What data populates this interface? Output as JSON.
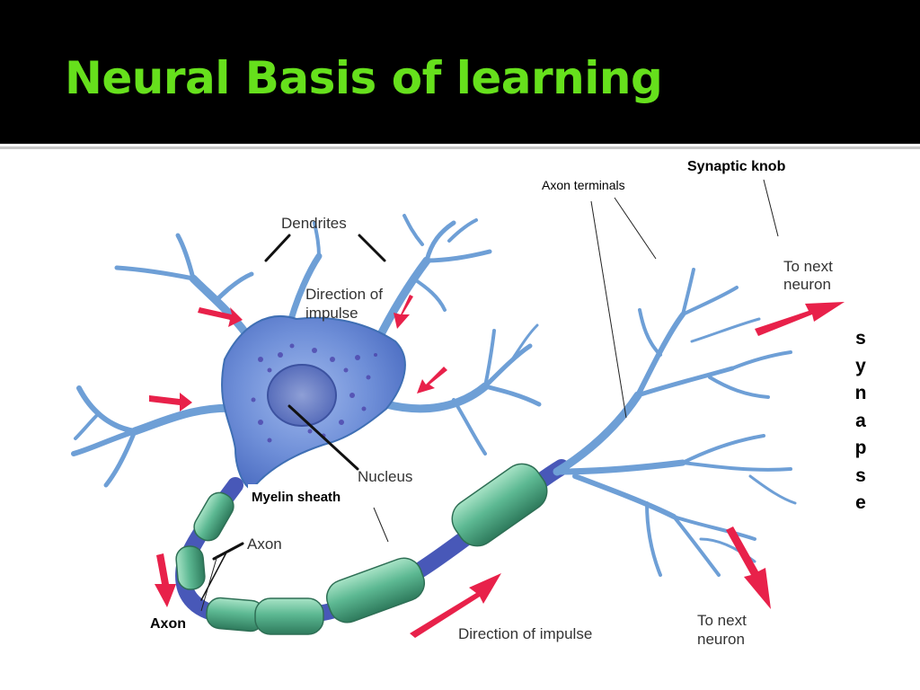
{
  "slide": {
    "title": "Neural Basis of learning",
    "header_color": "#000000",
    "title_color": "#66e01c"
  },
  "diagram": {
    "labels": {
      "dendrites": "Dendrites",
      "direction_of_impulse_top": "Direction of impulse",
      "direction_of_impulse_top_line1": "Direction of",
      "direction_of_impulse_top_line2": "impulse",
      "nucleus": "Nucleus",
      "axon_inner": "Axon",
      "direction_of_impulse_bottom": "Direction of impulse",
      "to_next_neuron_top_line1": "To next",
      "to_next_neuron_top_line2": "neuron",
      "to_next_neuron_bottom_line1": "To next",
      "to_next_neuron_bottom_line2": "neuron"
    },
    "annotations": {
      "synaptic_knob": "Synaptic knob",
      "axon_terminals": "Axon terminals",
      "myelin_sheath": "Myelin sheath",
      "axon": "Axon",
      "synapse_letters": [
        "s",
        "y",
        "n",
        "a",
        "p",
        "s",
        "e"
      ]
    },
    "colors": {
      "neuron_blue": "#6e9fd6",
      "neuron_dark": "#3f6fb4",
      "myelin_green": "#5cb892",
      "node_blue": "#4858b8",
      "arrow_red": "#e8214a"
    }
  }
}
